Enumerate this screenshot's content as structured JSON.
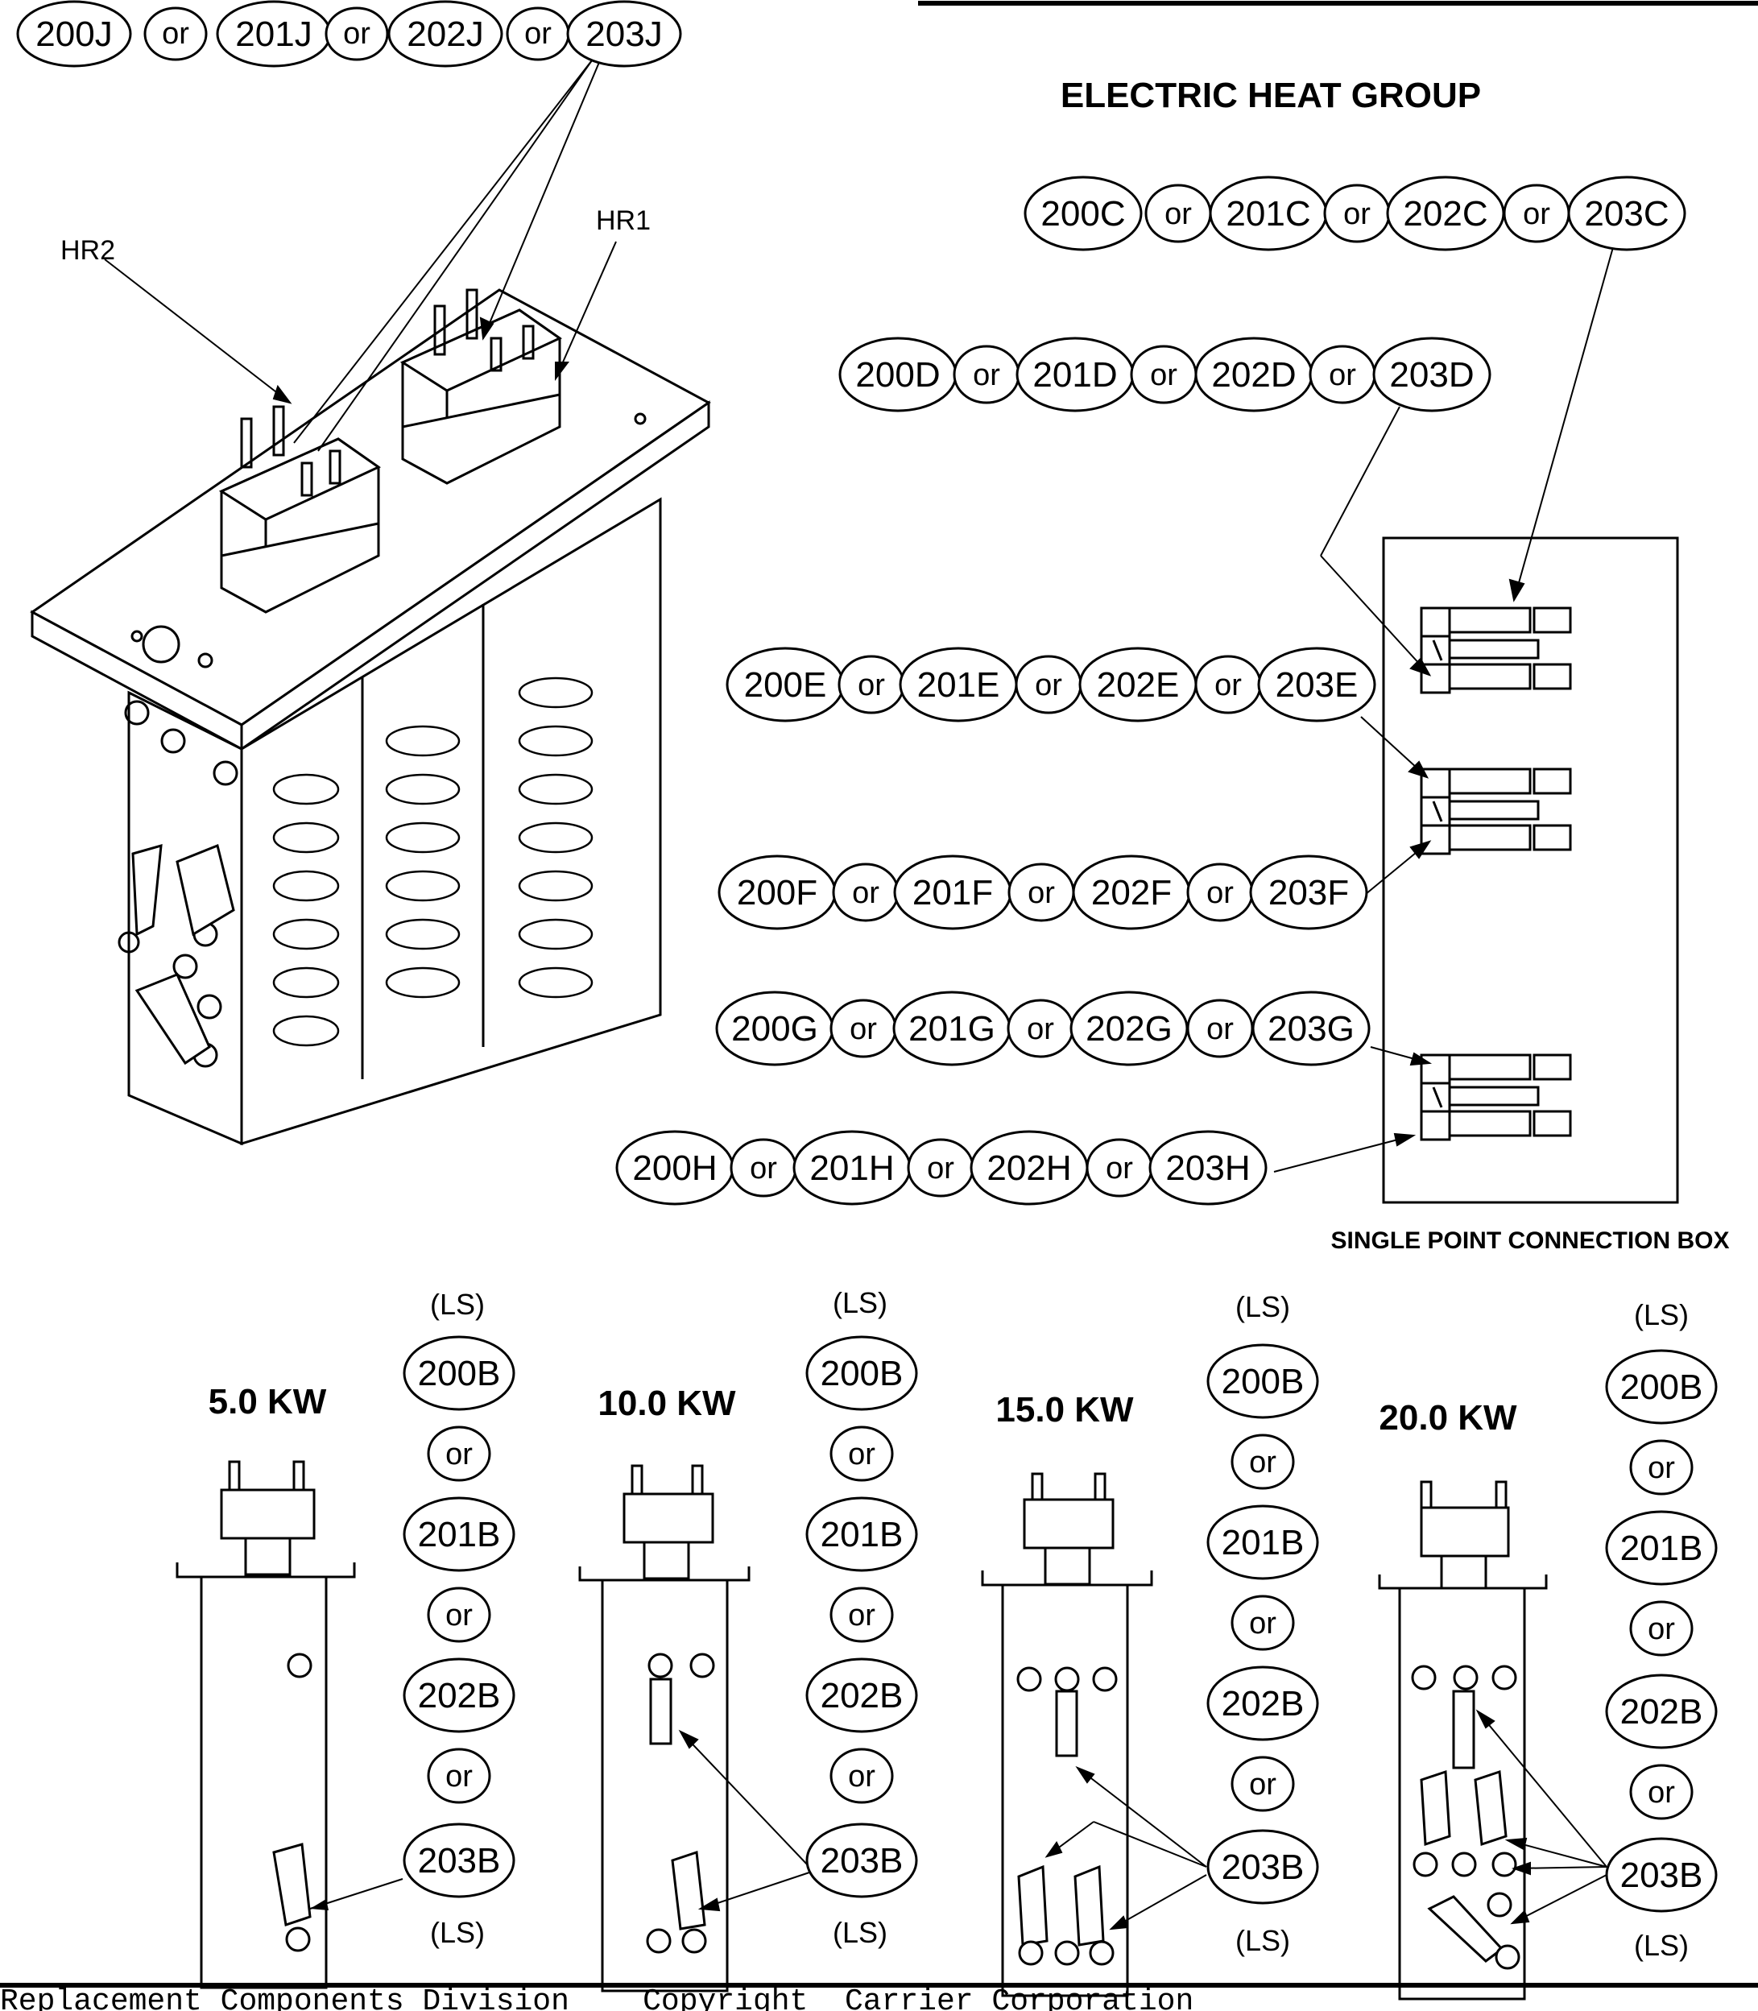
{
  "title": "ELECTRIC HEAT GROUP",
  "connector": "or",
  "relay_labels": {
    "hr2": "HR2",
    "hr1": "HR1"
  },
  "box_label": "SINGLE POINT CONNECTION BOX",
  "callout_rows": {
    "j": [
      "200J",
      "201J",
      "202J",
      "203J"
    ],
    "c": [
      "200C",
      "201C",
      "202C",
      "203C"
    ],
    "d": [
      "200D",
      "201D",
      "202D",
      "203D"
    ],
    "e": [
      "200E",
      "201E",
      "202E",
      "203E"
    ],
    "f": [
      "200F",
      "201F",
      "202F",
      "203F"
    ],
    "g": [
      "200G",
      "201G",
      "202G",
      "203G"
    ],
    "h": [
      "200H",
      "201H",
      "202H",
      "203H"
    ]
  },
  "heater_panels": [
    {
      "kw": "5.0 KW",
      "ls": "(LS)",
      "parts": [
        "200B",
        "201B",
        "202B",
        "203B"
      ]
    },
    {
      "kw": "10.0 KW",
      "ls": "(LS)",
      "parts": [
        "200B",
        "201B",
        "202B",
        "203B"
      ]
    },
    {
      "kw": "15.0 KW",
      "ls": "(LS)",
      "parts": [
        "200B",
        "201B",
        "202B",
        "203B"
      ]
    },
    {
      "kw": "20.0 KW",
      "ls": "(LS)",
      "parts": [
        "200B",
        "201B",
        "202B",
        "203B"
      ]
    }
  ],
  "footer": "Replacement Components Division    Copyright  Carrier Corporation"
}
